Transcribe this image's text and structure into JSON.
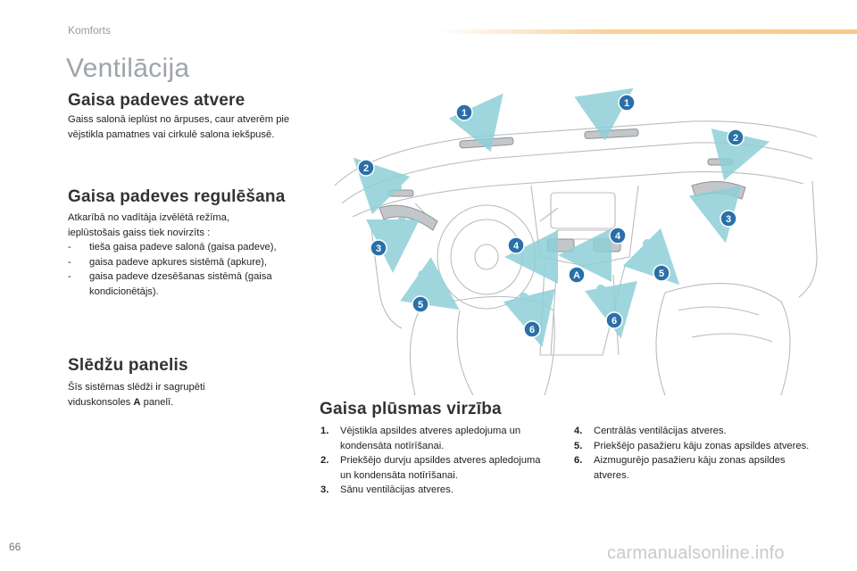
{
  "header": {
    "section": "Komforts",
    "title": "Ventilācija",
    "accent_color": "#f7c98a"
  },
  "sections": {
    "inlet": {
      "heading": "Gaisa padeves atvere",
      "text": "Gaiss salonā ieplūst no ārpuses, caur atverēm pie vējstikla pamatnes vai cirkulē salona iekšpusē."
    },
    "regulation": {
      "heading": "Gaisa padeves regulēšana",
      "intro": "Atkarībā no vadītāja izvēlētā režīma, ieplūstošais gaiss tiek novirzīts :",
      "items": [
        "tieša gaisa padeve salonā (gaisa padeve),",
        "gaisa padeve apkures sistēmā (apkure),",
        "gaisa padeve dzesēšanas sistēmā (gaisa kondicionētājs)."
      ]
    },
    "panel": {
      "heading": "Slēdžu panelis",
      "text_before": "Šīs sistēmas slēdži ir sagrupēti viduskonsoles ",
      "text_bold": "A",
      "text_after": " panelī."
    },
    "flow": {
      "heading": "Gaisa plūsmas virzība",
      "left_items": [
        {
          "num": "1.",
          "text": "Vējstikla apsildes atveres apledojuma un kondensāta notīrīšanai."
        },
        {
          "num": "2.",
          "text": "Priekšējo durvju apsildes atveres apledojuma un kondensāta notīrīšanai."
        },
        {
          "num": "3.",
          "text": "Sānu ventilācijas atveres."
        }
      ],
      "right_items": [
        {
          "num": "4.",
          "text": "Centrālās ventilācijas atveres."
        },
        {
          "num": "5.",
          "text": "Priekšējo pasažieru kāju zonas apsildes atveres."
        },
        {
          "num": "6.",
          "text": "Aizmugurējo pasažieru kāju zonas apsildes atveres."
        }
      ]
    }
  },
  "diagram": {
    "badges": [
      "1",
      "1",
      "2",
      "2",
      "3",
      "3",
      "4",
      "4",
      "5",
      "5",
      "6",
      "6",
      "A"
    ],
    "badge_color": "#2a6fa8",
    "arrow_color": "#8fd0d8"
  },
  "footer": {
    "page_number": "66",
    "watermark": "carmanualsonline.info"
  }
}
